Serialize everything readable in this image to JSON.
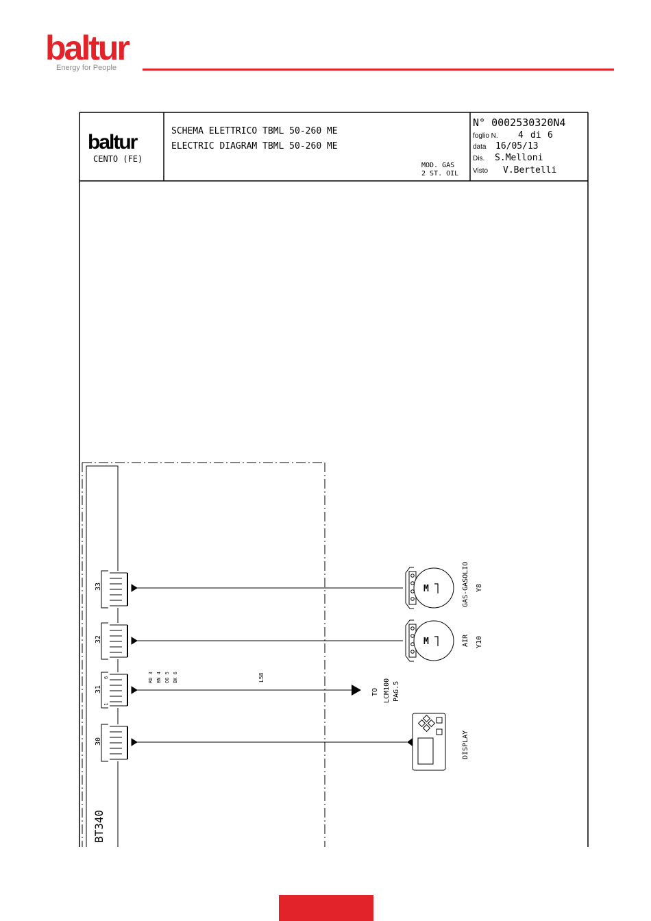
{
  "brand": {
    "name": "baltur",
    "tagline": "Energy for People"
  },
  "title_block": {
    "company": "baltur",
    "location": "CENTO (FE)",
    "title_it": "SCHEMA ELETTRICO TBML 50-260 ME",
    "title_en": "ELECTRIC DIAGRAM TBML 50-260 ME",
    "model_line1": "MOD. GAS",
    "model_line2": "2 ST. OIL",
    "doc_number": "N° 0002530320N4",
    "sheet_label": "foglio N.",
    "sheet_num": "4",
    "sheet_of": "di",
    "sheet_total": "6",
    "date_label": "data",
    "date": "16/05/13",
    "drawn_label": "Dis.",
    "drawn_by": "S.Melloni",
    "checked_label": "Visto",
    "checked_by": "V.Bertelli"
  },
  "diagram": {
    "board": "BT340",
    "connectors": {
      "c33": "33",
      "c32": "32",
      "c31": "31",
      "c30": "30",
      "pin6": "6",
      "pin1": "1"
    },
    "wire_colors": [
      "RD 3",
      "BN 4",
      "OG 5",
      "BK 6"
    ],
    "cable": "L58",
    "to_label": [
      "TO",
      "LCM100",
      "PAG.5"
    ],
    "motor_symbol": "M",
    "motor_gas": {
      "name": "GAS-GASOLIO",
      "ref": "Y8"
    },
    "motor_air": {
      "name": "AIR",
      "ref": "Y10"
    },
    "display": "DISPLAY"
  }
}
